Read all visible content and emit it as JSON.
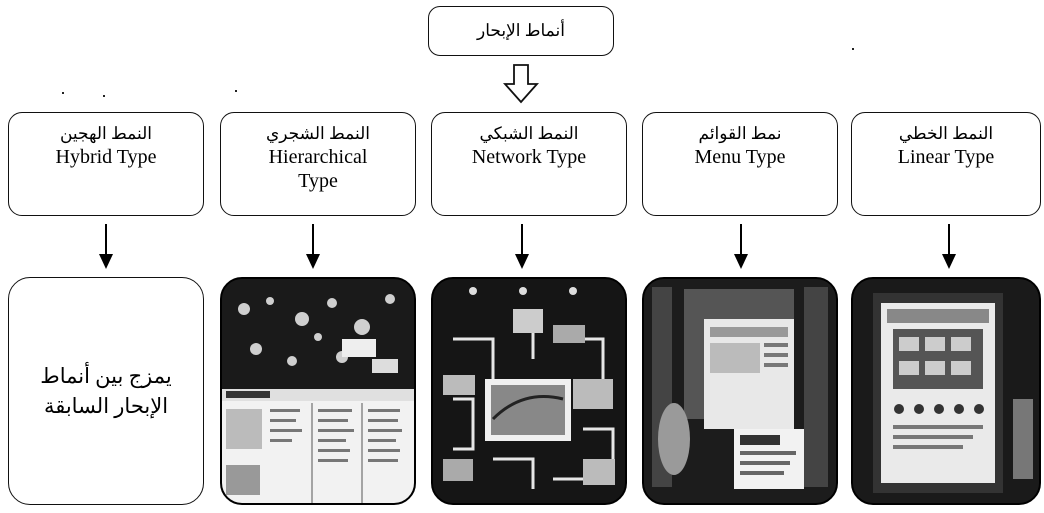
{
  "root": {
    "label": "أنماط الإبحار"
  },
  "types": [
    {
      "key": "hybrid",
      "ar": "النمط الهجين",
      "en": "Hybrid Type"
    },
    {
      "key": "hierarchical",
      "ar": "النمط الشجري",
      "en": "Hierarchical Type"
    },
    {
      "key": "network",
      "ar": "النمط الشبكي",
      "en": "Network Type"
    },
    {
      "key": "menu",
      "ar": "نمط القوائم",
      "en": "Menu Type"
    },
    {
      "key": "linear",
      "ar": "النمط الخطي",
      "en": "Linear Type"
    }
  ],
  "hybrid_description": "يمزج بين أنماط الإبحار السابقة"
}
